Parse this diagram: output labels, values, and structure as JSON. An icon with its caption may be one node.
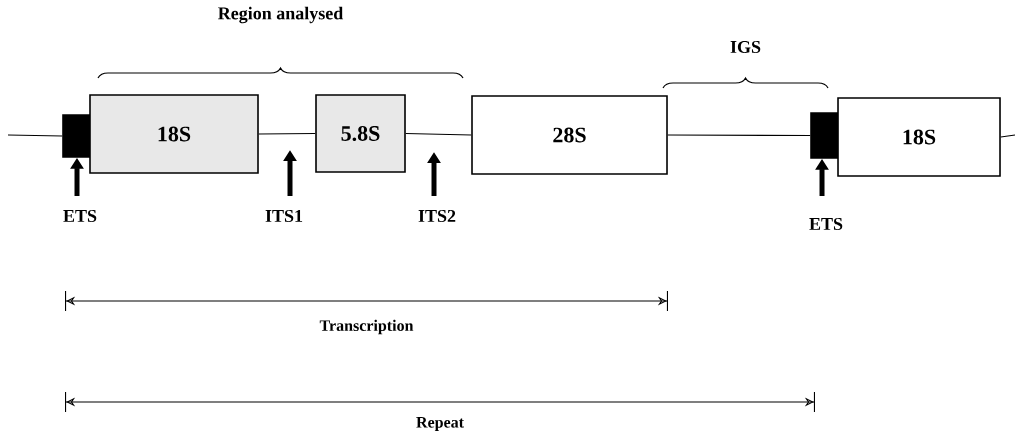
{
  "diagram": {
    "nodes": [
      {
        "text": [],
        "shape": "box"
      },
      {
        "text": [
          "18S"
        ]
      },
      {
        "text": [
          "5.8S"
        ]
      },
      {
        "text": [
          "28S"
        ]
      },
      {
        "text": [],
        "shape": "box"
      },
      {
        "text": [
          "18S"
        ]
      },
      {
        "text": [
          "ETS"
        ]
      },
      {
        "text": [
          "ITS1"
        ]
      },
      {
        "text": [
          "ITS2"
        ]
      },
      {
        "text": [
          "ETS"
        ]
      }
    ],
    "edges": [
      {
        "from": null,
        "to": 0,
        "arrow": "none"
      },
      {
        "from": 1,
        "to": 2,
        "arrow": "none"
      },
      {
        "from": 2,
        "to": 3,
        "arrow": "none"
      },
      {
        "from": 3,
        "to": 4,
        "arrow": "none"
      },
      {
        "from": 5,
        "to": null,
        "arrow": "none"
      },
      {
        "from": 6,
        "to": 0,
        "arrow": "to",
        "style": "thick"
      },
      {
        "from": 7,
        "to": null,
        "arrow": "to",
        "style": "thick"
      },
      {
        "from": 8,
        "to": null,
        "arrow": "to",
        "style": "thick"
      },
      {
        "from": 9,
        "to": 4,
        "arrow": "to",
        "style": "thick"
      }
    ],
    "labels": [
      "Region analysed",
      "IGS",
      "Transcription",
      "Repeat"
    ]
  }
}
